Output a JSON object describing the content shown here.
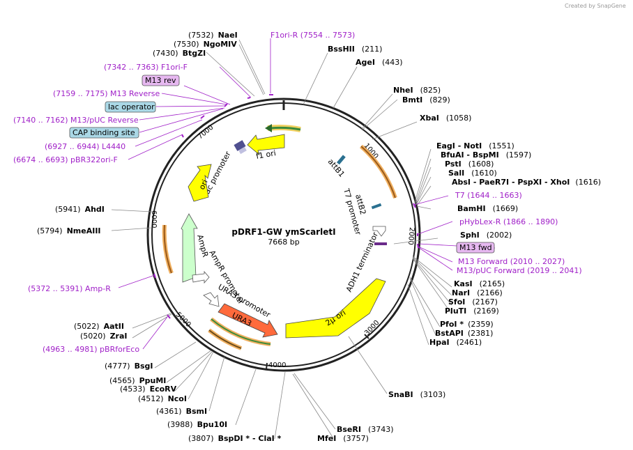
{
  "credit": "Created by SnapGene",
  "title": "pDRF1-GW ymScarletI",
  "length": "7668 bp",
  "ticks": [
    "1000",
    "2000",
    "3000",
    "4000",
    "5000",
    "6000",
    "7000"
  ],
  "sites_left": [
    {
      "pos": "(7532)",
      "name": "NaeI"
    },
    {
      "pos": "(7530)",
      "name": "NgoMIV"
    },
    {
      "pos": "(7430)",
      "name": "BtgZI"
    },
    {
      "pos": "(5941)",
      "name": "AhdI"
    },
    {
      "pos": "(5794)",
      "name": "NmeAIII"
    },
    {
      "pos": "(5022)",
      "name": "AatII"
    },
    {
      "pos": "(5020)",
      "name": "ZraI"
    },
    {
      "pos": "(4777)",
      "name": "BsgI"
    },
    {
      "pos": "(4565)",
      "name": "PpuMI"
    },
    {
      "pos": "(4533)",
      "name": "EcoRV"
    },
    {
      "pos": "(4512)",
      "name": "NcoI"
    },
    {
      "pos": "(4361)",
      "name": "BsmI"
    },
    {
      "pos": "(3988)",
      "name": "Bpu10I"
    },
    {
      "pos": "(3807)",
      "name": "BspDI * - ClaI *"
    }
  ],
  "sites_right": [
    {
      "name": "BssHII",
      "pos": "(211)"
    },
    {
      "name": "AgeI",
      "pos": "(443)"
    },
    {
      "name": "NheI",
      "pos": "(825)"
    },
    {
      "name": "BmtI",
      "pos": "(829)"
    },
    {
      "name": "XbaI",
      "pos": "(1058)"
    },
    {
      "name": "EagI  - NotI",
      "pos": "(1551)"
    },
    {
      "name": "BfuAI  - BspMI",
      "pos": "(1597)"
    },
    {
      "name": "PstI",
      "pos": "(1608)"
    },
    {
      "name": "SalI",
      "pos": "(1610)"
    },
    {
      "name": "AbsI   - PaeR7I   - PspXI   - XhoI",
      "pos": "(1616)"
    },
    {
      "name": "BamHI",
      "pos": "(1669)"
    },
    {
      "name": "SphI",
      "pos": "(2002)"
    },
    {
      "name": "KasI",
      "pos": "(2165)"
    },
    {
      "name": "NarI",
      "pos": "(2166)"
    },
    {
      "name": "SfoI",
      "pos": "(2167)"
    },
    {
      "name": "PluTI",
      "pos": "(2169)"
    },
    {
      "name": "PfoI *",
      "pos": "(2359)"
    },
    {
      "name": "BstAPI",
      "pos": "(2381)"
    },
    {
      "name": "HpaI",
      "pos": "(2461)"
    },
    {
      "name": "SnaBI",
      "pos": "(3103)"
    },
    {
      "name": "BseRI",
      "pos": "(3743)"
    },
    {
      "name": "MfeI",
      "pos": "(3757)"
    }
  ],
  "primers": [
    {
      "text": "F1ori-R    (7554 .. 7573)"
    },
    {
      "text": "(7342 .. 7363)  F1ori-F"
    },
    {
      "text": "(7159 .. 7175)  M13 Reverse"
    },
    {
      "text": "(7140 .. 7162)  M13/pUC Reverse"
    },
    {
      "text": "(6927 .. 6944)  L4440"
    },
    {
      "text": "(6674 .. 6693)  pBR322ori-F"
    },
    {
      "text": "T7    (1644 .. 1663)"
    },
    {
      "text": "pHybLex-R    (1866 .. 1890)"
    },
    {
      "text": "M13 Forward    (2010 .. 2027)"
    },
    {
      "text": "M13/pUC Forward    (2019 .. 2041)"
    },
    {
      "text": "(5372 .. 5391)  Amp-R"
    },
    {
      "text": "(4963 .. 4981)  pBRforEco"
    }
  ],
  "boxes": [
    {
      "text": "M13 rev"
    },
    {
      "text": "lac operator"
    },
    {
      "text": "CAP binding site"
    },
    {
      "text": "M13 fwd"
    }
  ],
  "features": {
    "f1ori": "f1 ori",
    "lacp": "lac promoter",
    "ori": "ori",
    "ampr": "AmpR",
    "amprp": "AmpR promoter",
    "ura3p": "URA3 promoter",
    "ura3": "URA3",
    "twomu": "2μ ori",
    "adh1": "ADH1 terminator",
    "t7p": "T7 promoter",
    "attb1": "attB1",
    "attb2": "attB2"
  },
  "colors": {
    "primer": "#a020c8",
    "yellow": "#ffff00",
    "ura3": "#ff6a3c",
    "ampr": "#ccffcc",
    "boxblue": "#aad8e6",
    "boxpurple": "#e6b8f0",
    "orange_outline": "#f0b060"
  }
}
